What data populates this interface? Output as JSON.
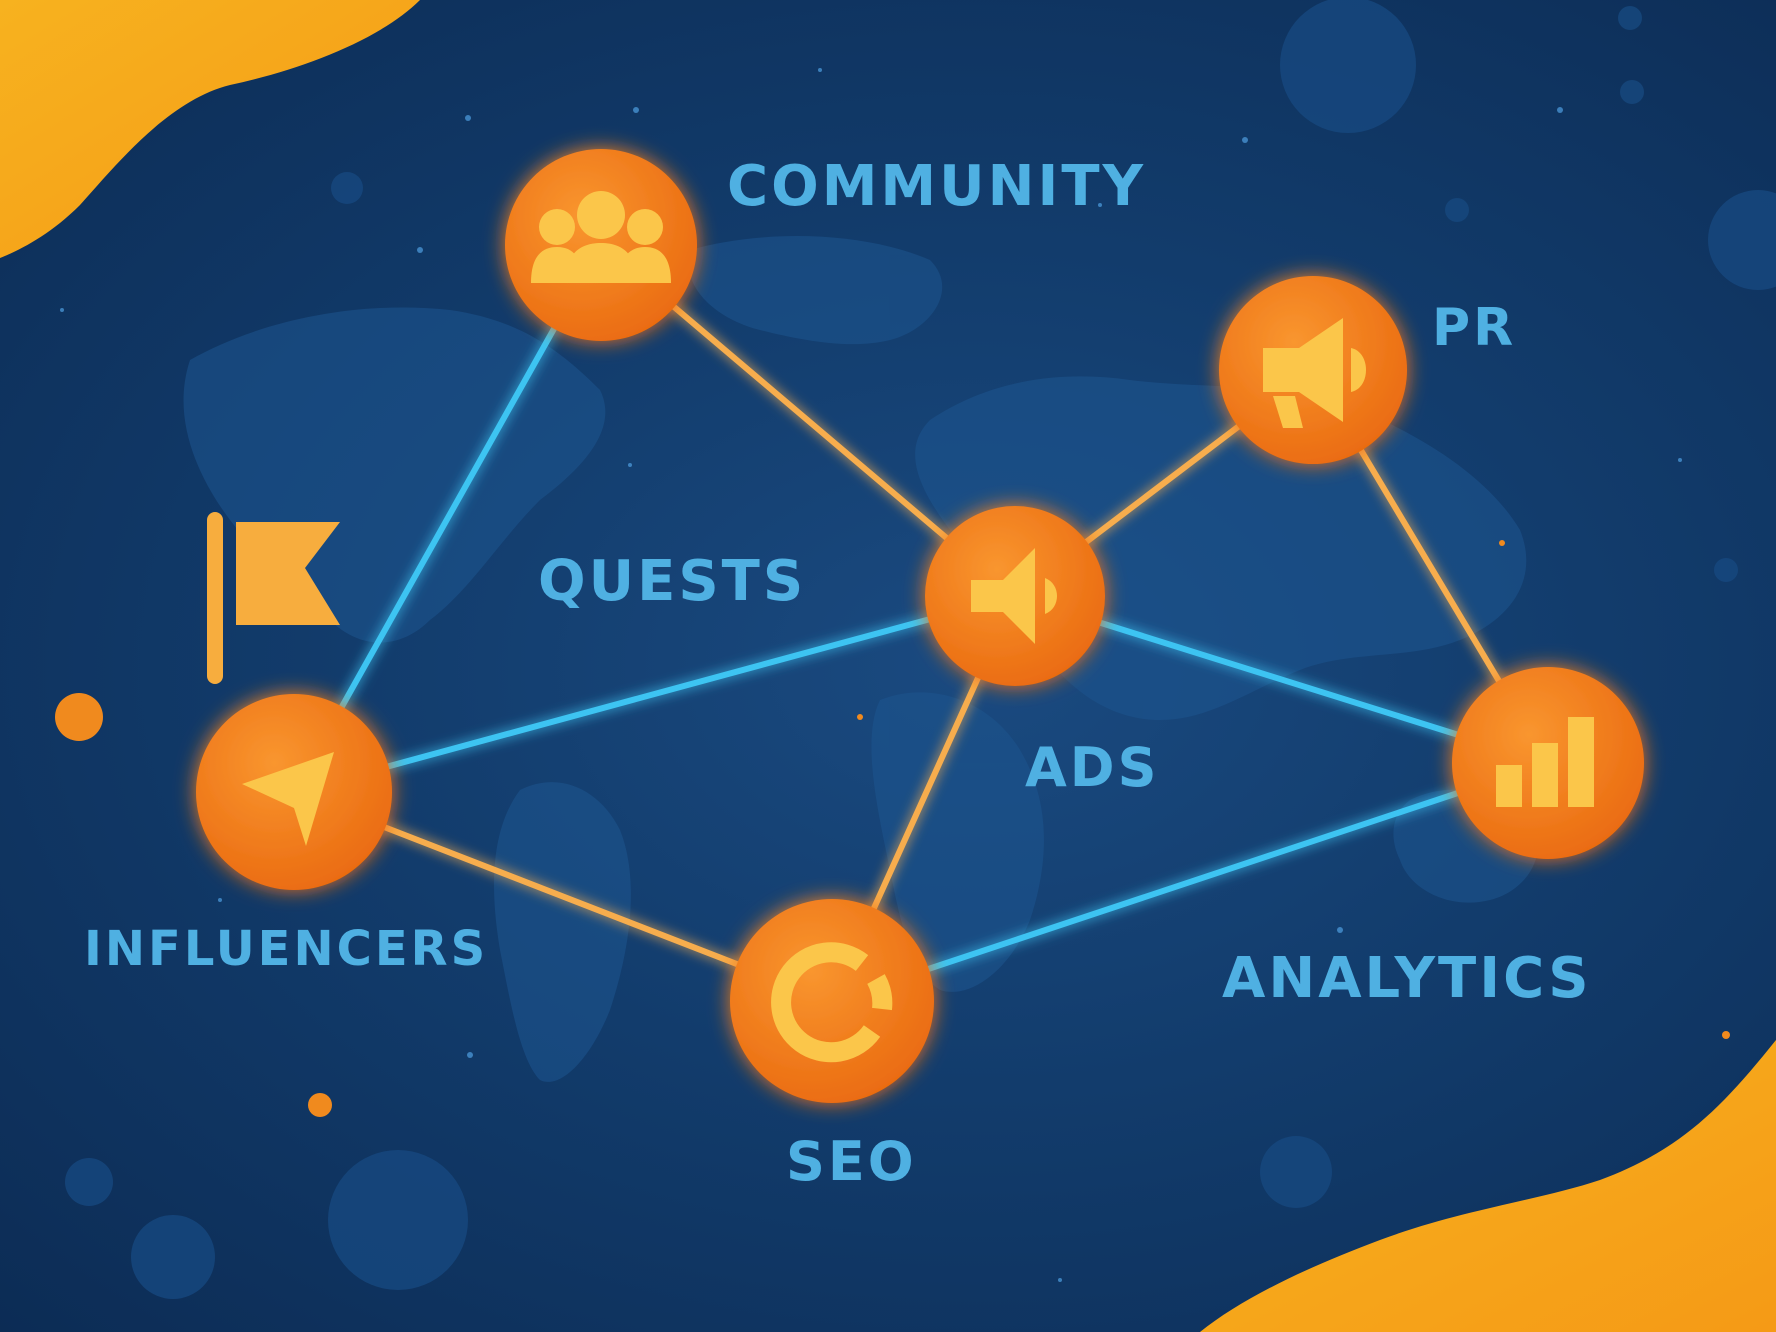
{
  "nodes": [
    {
      "id": "community",
      "label": "COMMUNITY",
      "icon": "people-icon"
    },
    {
      "id": "pr",
      "label": "PR",
      "icon": "megaphone-icon"
    },
    {
      "id": "ads",
      "label": "ADS",
      "icon": "speaker-icon"
    },
    {
      "id": "influencers",
      "label": "INFLUENCERS",
      "icon": "send-arrow-icon"
    },
    {
      "id": "analytics",
      "label": "ANALYTICS",
      "icon": "bar-chart-icon"
    },
    {
      "id": "seo",
      "label": "SEO",
      "icon": "ring-icon"
    }
  ],
  "standalone_labels": {
    "quests": "QUESTS"
  },
  "decor_icons": [
    "flag-icon",
    "world-map-icon"
  ],
  "edges": [
    {
      "from": "community",
      "to": "ads",
      "color": "orange"
    },
    {
      "from": "community",
      "to": "influencers",
      "color": "blue"
    },
    {
      "from": "pr",
      "to": "ads",
      "color": "orange"
    },
    {
      "from": "pr",
      "to": "analytics",
      "color": "orange"
    },
    {
      "from": "ads",
      "to": "influencers",
      "color": "blue"
    },
    {
      "from": "ads",
      "to": "analytics",
      "color": "blue"
    },
    {
      "from": "ads",
      "to": "seo",
      "color": "orange"
    },
    {
      "from": "influencers",
      "to": "seo",
      "color": "orange"
    },
    {
      "from": "seo",
      "to": "analytics",
      "color": "blue"
    }
  ],
  "colors": {
    "background": "#123c6c",
    "node_fill": "#f3801c",
    "icon_fill": "#fbc64a",
    "label": "#4fb0e2",
    "edge_orange": "#f7ad4e",
    "edge_blue": "#3ec4f2",
    "corner_blob": "#f6a91b"
  }
}
